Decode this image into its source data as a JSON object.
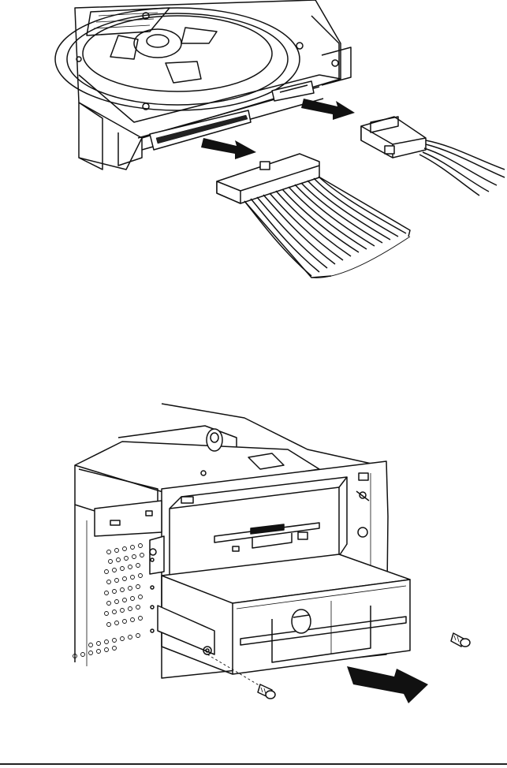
{
  "figures": [
    {
      "id": "hdd-cable-disconnect",
      "icons": [
        "hard-disk-drive",
        "data-ribbon-cable",
        "power-connector",
        "pull-arrow"
      ]
    },
    {
      "id": "floppy-drive-bay-removal",
      "icons": [
        "drive-bay-bracket",
        "floppy-drive",
        "mounting-screw",
        "pull-arrow"
      ]
    }
  ],
  "colors": {
    "ink": "#111111",
    "paper": "#ffffff",
    "shade": "#222222"
  }
}
